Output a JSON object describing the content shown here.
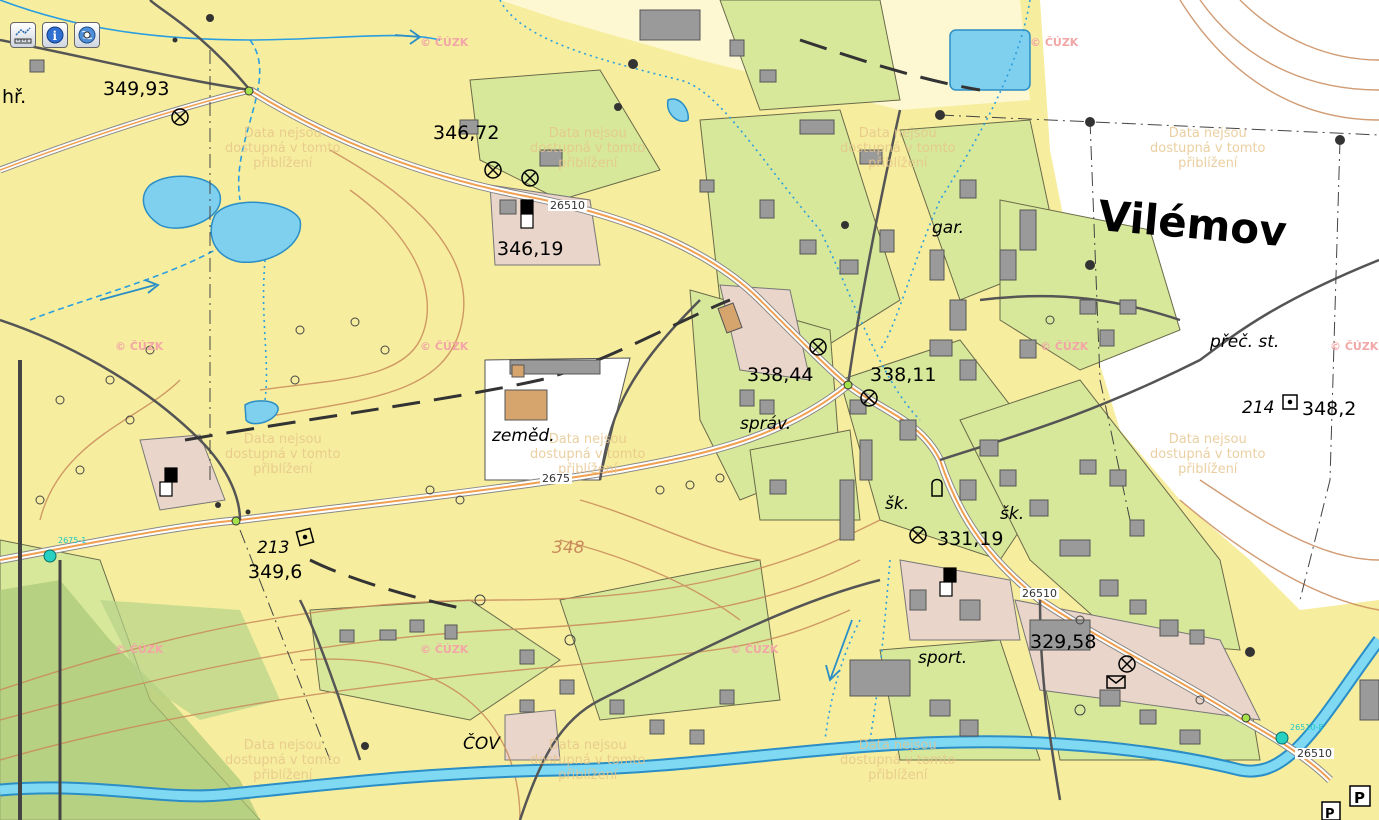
{
  "toolbar": [
    {
      "name": "measure-tool-button",
      "icon": "ruler-icon"
    },
    {
      "name": "info-tool-button",
      "icon": "info-icon"
    },
    {
      "name": "coordinates-tool-button",
      "icon": "globe-icon"
    }
  ],
  "labels": {
    "town": "Vilémov",
    "hr": "hř.",
    "e1": "349,93",
    "e2": "346,72",
    "e3": "346,19",
    "e4": "338,44",
    "e5": "338,11",
    "e6": "348,2",
    "e7": "349,6",
    "e8": "331,19",
    "e9": "329,58",
    "n214": "214",
    "n213": "213",
    "gar": "gar.",
    "prec": "přeč. st.",
    "zemed": "zeměd.",
    "sprav": "správ.",
    "sk1": "šk.",
    "sk2": "šk.",
    "sport": "sport.",
    "cov": "ČOV",
    "contour348": "348",
    "road1": "26510",
    "road2": "2675",
    "road3": "26510",
    "road4": "26510",
    "rid1": "2675-1",
    "rid2": "26510-8"
  },
  "watermarks": {
    "cuzk": "© ČÚZK",
    "notice_line1": "Data nejsou",
    "notice_line2": "dostupná v tomto",
    "notice_line3": "přiblížení"
  }
}
